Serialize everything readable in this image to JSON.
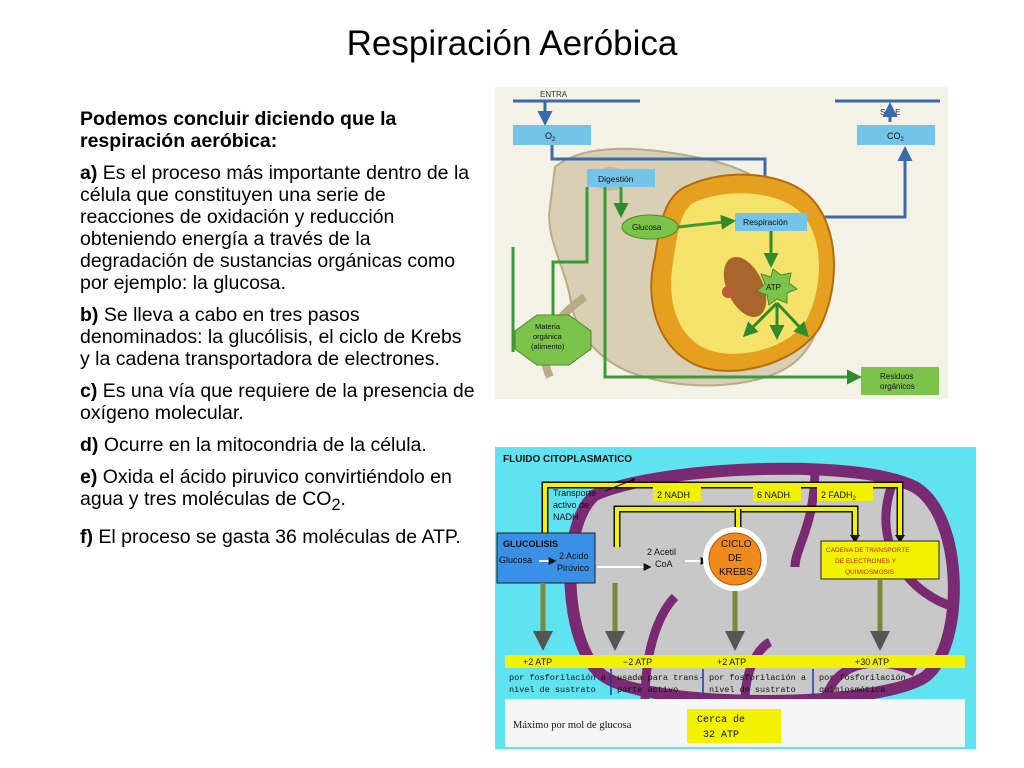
{
  "slide": {
    "title": "Respiración Aeróbica",
    "intro": "Podemos concluir diciendo que la respiración aeróbica:",
    "points": [
      {
        "letter": "a)",
        "text": " Es el proceso más importante dentro de la célula que constituyen una serie de reacciones  de oxidación y reducción obteniendo energía a través de la degradación de sustancias  orgánicas como por ejemplo: la glucosa."
      },
      {
        "letter": "b)",
        "text": " Se lleva a cabo en tres pasos denominados: la glucólisis, el ciclo de Krebs y la cadena transportadora de electrones."
      },
      {
        "letter": "c)",
        "text": " Es una vía que requiere  de la presencia de oxígeno molecular."
      },
      {
        "letter": "d)",
        "text": " Ocurre en la mitocondria de la célula."
      },
      {
        "letter": "e)",
        "text": " Oxida el ácido piruvico convirtiéndolo en agua  y tres moléculas de CO",
        "subscript": "2",
        "suffix": "."
      },
      {
        "letter": "f)",
        "text": " El  proceso se gasta 36 moléculas de ATP."
      }
    ]
  },
  "figure1": {
    "entra": "ENTRA",
    "sale": "SALE",
    "o2": "O",
    "o2_sub": "2",
    "co2": "CO",
    "co2_sub": "2",
    "digestion": "Digestión",
    "glucosa": "Glucosa",
    "respiracion": "Respiración",
    "atp": "ATP",
    "materia_1": "Materia",
    "materia_2": "orgánica",
    "materia_3": "(alimento)",
    "residuos_1": "Residuos",
    "residuos_2": "orgánicos"
  },
  "figure2": {
    "fluido": "FLUIDO CITOPLASMATICO",
    "transporte_1": "Transporte",
    "transporte_2": "activo de",
    "transporte_3": "NADH",
    "nadh_2": "2 NADH",
    "nadh_6": "6 NADH",
    "fadh": "2 FADH",
    "fadh_sub": "2",
    "glucolisis": "GLUCOLISIS",
    "glucosa": "Glucosa",
    "acido_1": "2 Acido",
    "acido_2": "Pirúvico",
    "acetil_1": "2 Acetil",
    "acetil_2": "CoA",
    "krebs_1": "CICLO",
    "krebs_2": "DE",
    "krebs_3": "KREBS",
    "cadena_1": "CADENA DE TRANSPORTE",
    "cadena_2": "DE ELECTRONES Y",
    "cadena_3": "QUIMIOSMOSIS",
    "atp_1": "+2 ATP",
    "atp_2": "−2 ATP",
    "atp_3": "+2 ATP",
    "atp_4": "+30 ATP",
    "note_1a": "por fosforilación a",
    "note_1b": "nivel de sustrato",
    "note_2a": "usada para trans-",
    "note_2b": "porte activo",
    "note_3a": "por fosforilación a",
    "note_3b": "nivel de sustrato",
    "note_4a": "por fosforilación",
    "note_4b": "quimiosmótica",
    "maximo": "Máximo por mol de glucosa",
    "cerca_1": "Cerca de",
    "cerca_2": "32 ATP"
  },
  "colors": {
    "fig1_box": "#74c3e8",
    "fig1_arrow": "#3a9a3a",
    "cell_ring": "#e6a020",
    "fig2_bg": "#5fe3f0",
    "membrane": "#7a2a72",
    "matrix": "#c8c8c8",
    "yellow_arrow": "#f2f200",
    "krebs_fill": "#f08a1a",
    "glucolisis_box": "#3a8fe6"
  }
}
